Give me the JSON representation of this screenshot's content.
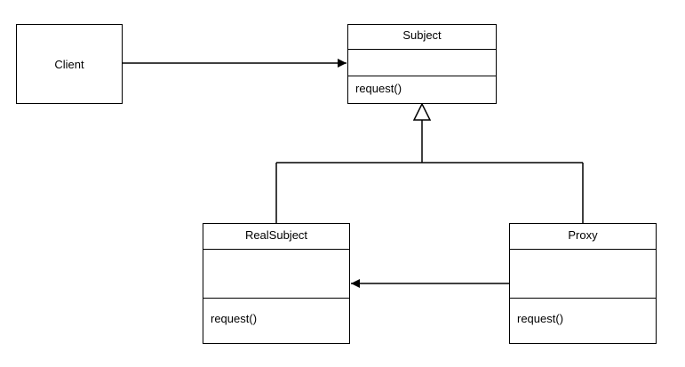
{
  "client": {
    "name": "Client"
  },
  "subject": {
    "name": "Subject",
    "operations": [
      "request()"
    ]
  },
  "realsubject": {
    "name": "RealSubject",
    "operations": [
      "request()"
    ]
  },
  "proxy": {
    "name": "Proxy",
    "operations": [
      "request()"
    ]
  },
  "colors": {
    "stroke": "#000000",
    "background": "#ffffff"
  }
}
